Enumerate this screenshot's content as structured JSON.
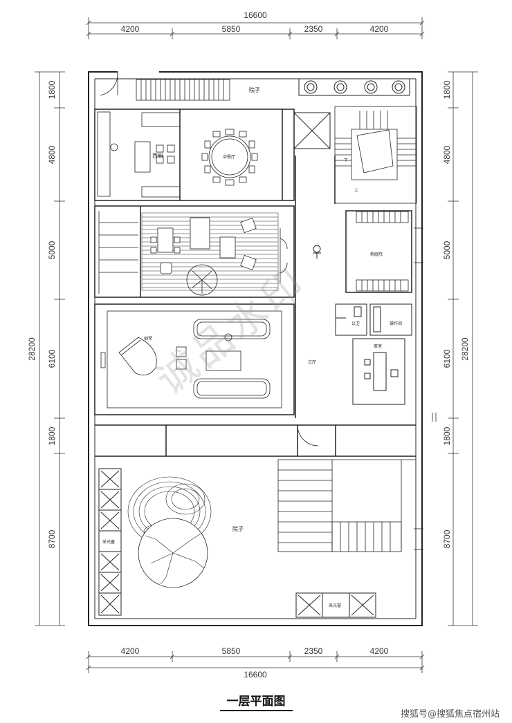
{
  "dimensions": {
    "top_total": "16600",
    "top_segments": [
      "4200",
      "5850",
      "2350",
      "4200"
    ],
    "bottom_total": "16600",
    "bottom_segments": [
      "4200",
      "5850",
      "2350",
      "4200"
    ],
    "left_total": "28200",
    "left_segments": [
      "1800",
      "4800",
      "5000",
      "6100",
      "1800",
      "8700"
    ],
    "right_total": "28200",
    "right_segments": [
      "1800",
      "4800",
      "5000",
      "6100",
      "1800",
      "8700"
    ]
  },
  "rooms": {
    "top_courtyard": "院子",
    "western_kitchen": "西厨",
    "chinese_dining": "中餐厅",
    "down_label": "下",
    "up_label": "上",
    "side_courtyard": "侧庭院",
    "public_wc": "公卫",
    "operation_room": "操作间",
    "piano": "钢琴",
    "tea_room": "茶室",
    "corridor_hall": "过厅",
    "bottom_courtyard": "院子",
    "skylight_a": "采光窗",
    "skylight_b": "采光窗"
  },
  "caption": "一层平面图",
  "source": "搜狐号@搜狐焦点宿州站",
  "watermark": "诚品水印"
}
